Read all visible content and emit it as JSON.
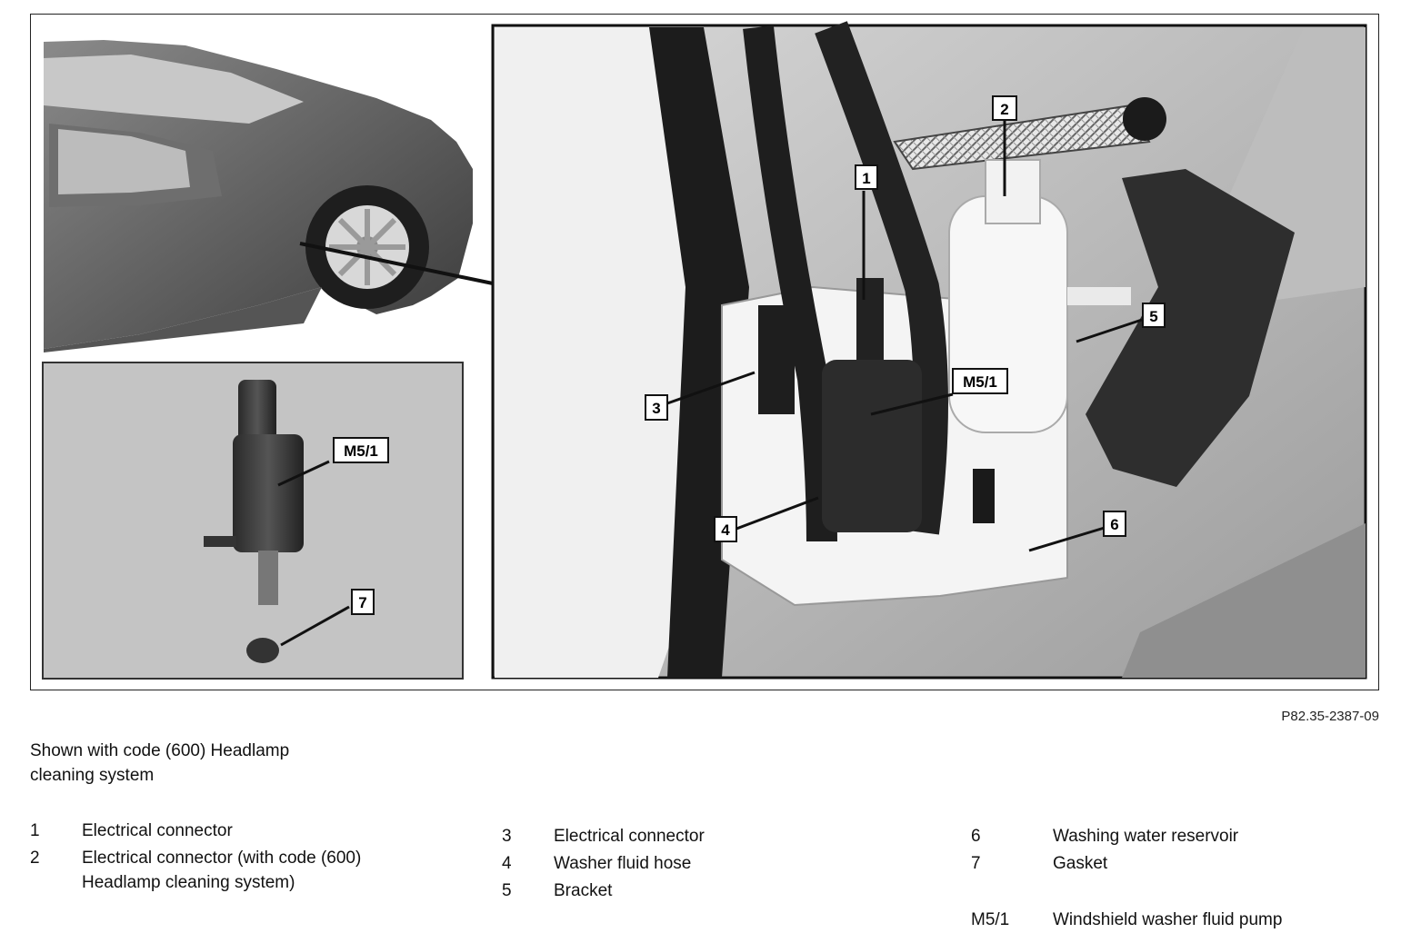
{
  "figure": {
    "figure_id": "P82.35-2387-09",
    "callouts": {
      "c1": "1",
      "c2": "2",
      "c3": "3",
      "c4": "4",
      "c5": "5",
      "c6": "6",
      "c7": "7",
      "m51_main": "M5/1",
      "m51_inset": "M5/1"
    }
  },
  "caption": "Shown with code (600) Headlamp cleaning system",
  "legend": {
    "col1": [
      {
        "num": "1",
        "text": "Electrical connector"
      },
      {
        "num": "2",
        "text": "Electrical connector (with code (600) Headlamp cleaning system)"
      }
    ],
    "col2": [
      {
        "num": "3",
        "text": "Electrical connector"
      },
      {
        "num": "4",
        "text": "Washer fluid hose"
      },
      {
        "num": "5",
        "text": "Bracket"
      }
    ],
    "col3": [
      {
        "num": "6",
        "text": "Washing water reservoir"
      },
      {
        "num": "7",
        "text": "Gasket"
      },
      {
        "num": "M5/1",
        "text": "Windshield washer fluid pump"
      }
    ]
  }
}
